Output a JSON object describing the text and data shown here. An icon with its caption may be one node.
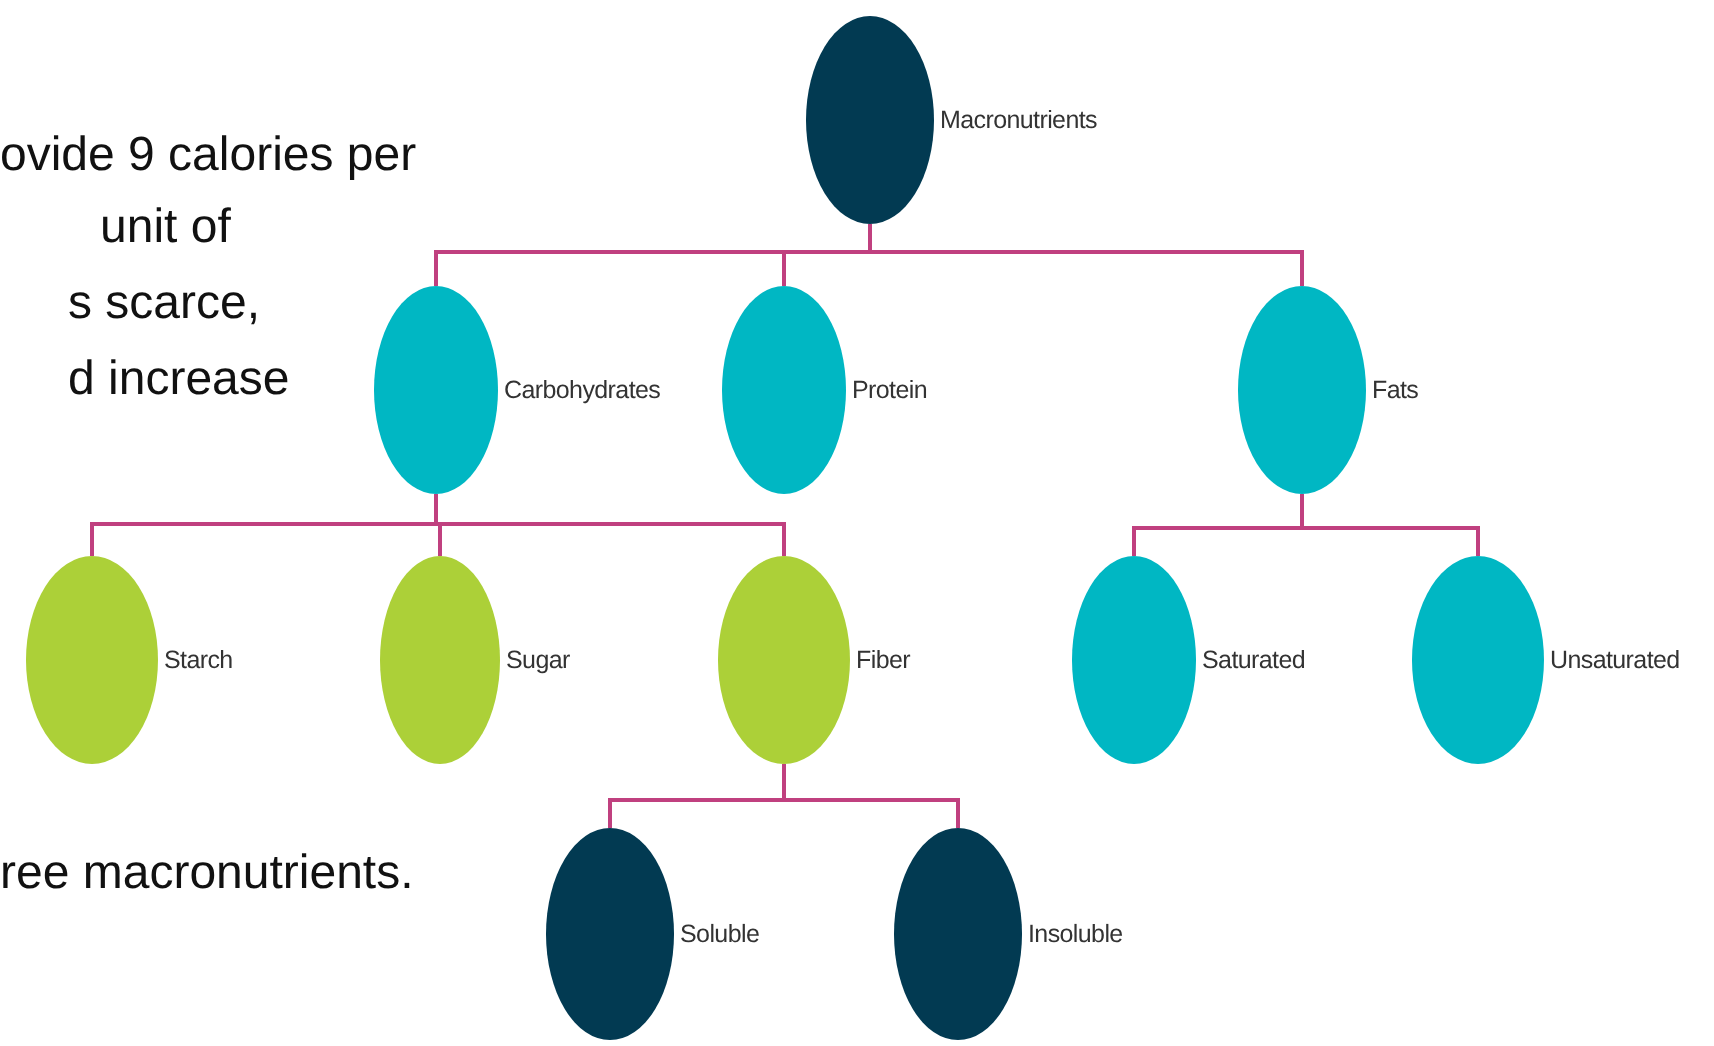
{
  "diagram": {
    "nodes": [
      {
        "text": [
          "Macronutrients"
        ]
      },
      {
        "text": [
          "Carbohydrates"
        ]
      },
      {
        "text": [
          "Protein"
        ]
      },
      {
        "text": [
          "Fats"
        ]
      },
      {
        "text": [
          "Starch"
        ]
      },
      {
        "text": [
          "Sugar"
        ]
      },
      {
        "text": [
          "Fiber"
        ]
      },
      {
        "text": [
          "Saturated"
        ]
      },
      {
        "text": [
          "Unsaturated"
        ]
      },
      {
        "text": [
          "Soluble"
        ]
      },
      {
        "text": [
          "Insoluble"
        ]
      }
    ],
    "edges": [
      {
        "from": 0,
        "to": 1,
        "arrow": "none"
      },
      {
        "from": 0,
        "to": 2,
        "arrow": "none"
      },
      {
        "from": 0,
        "to": 3,
        "arrow": "none"
      },
      {
        "from": 1,
        "to": 4,
        "arrow": "none"
      },
      {
        "from": 1,
        "to": 5,
        "arrow": "none"
      },
      {
        "from": 1,
        "to": 6,
        "arrow": "none"
      },
      {
        "from": 3,
        "to": 7,
        "arrow": "none"
      },
      {
        "from": 3,
        "to": 8,
        "arrow": "none"
      },
      {
        "from": 6,
        "to": 9,
        "arrow": "none"
      },
      {
        "from": 6,
        "to": 10,
        "arrow": "none"
      }
    ],
    "labels": [
      "ovide 9 calories per",
      "unit of",
      "s scarce,",
      "d increase",
      "ree macronutrients."
    ]
  }
}
